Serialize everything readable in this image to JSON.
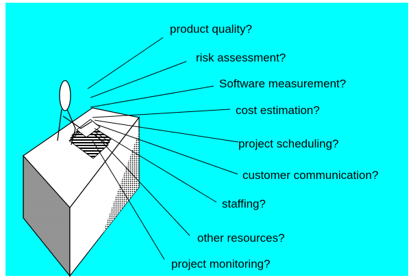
{
  "colors": {
    "background": "#00ffff",
    "ink": "#000000",
    "figure_fill": "#ffffff"
  },
  "labels": [
    {
      "id": "product-quality",
      "text": "product quality?"
    },
    {
      "id": "risk-assessment",
      "text": "risk assessment?"
    },
    {
      "id": "software-measurement",
      "text": "Software measurement?"
    },
    {
      "id": "cost-estimation",
      "text": "cost estimation?"
    },
    {
      "id": "project-scheduling",
      "text": "project scheduling?"
    },
    {
      "id": "customer-communication",
      "text": "customer communication?"
    },
    {
      "id": "staffing",
      "text": "staffing?"
    },
    {
      "id": "other-resources",
      "text": "other resources?"
    },
    {
      "id": "project-monitoring",
      "text": "project monitoring?"
    }
  ]
}
